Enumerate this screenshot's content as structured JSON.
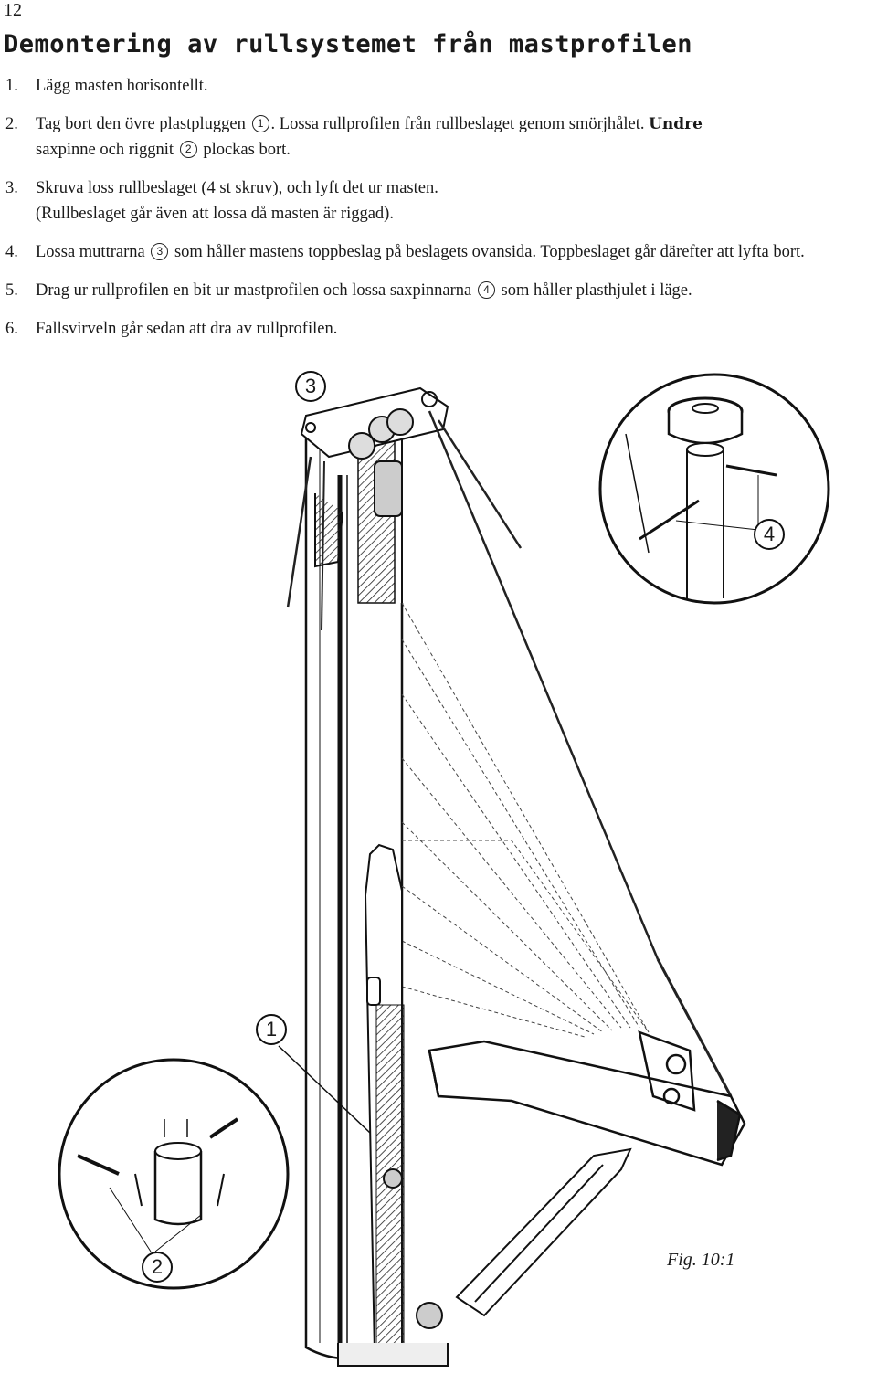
{
  "page_number": "12",
  "title": "Demontering av rullsystemet från mastprofilen",
  "steps": [
    {
      "num": "1.",
      "text": "Lägg masten horisontellt."
    },
    {
      "num": "2.",
      "text_a": "Tag bort den övre plastpluggen",
      "ref_a": "1",
      "text_b": ". Lossa rullprofilen från rullbeslaget genom smörjhålet.",
      "bold_lead": "Undre",
      "text_c": "saxpinne och riggnit",
      "ref_b": "2",
      "text_d": "plockas bort."
    },
    {
      "num": "3.",
      "line1": "Skruva loss rullbeslaget (4 st skruv), och lyft det ur masten.",
      "line2": "(Rullbeslaget går även att lossa då masten är riggad)."
    },
    {
      "num": "4.",
      "text_a": "Lossa muttrarna",
      "ref": "3",
      "text_b": "som håller mastens toppbeslag på beslagets ovansida. Toppbeslaget går därefter att lyfta bort."
    },
    {
      "num": "5.",
      "text_a": "Drag ur rullprofilen en bit ur mastprofilen och lossa saxpinnarna",
      "ref": "4",
      "text_b": "som håller plasthjulet i läge."
    },
    {
      "num": "6.",
      "text": "Fallsvirveln går sedan att dra av rullprofilen."
    }
  ],
  "figure": {
    "callouts": {
      "c1": "1",
      "c2": "2",
      "c3": "3",
      "c4": "4"
    },
    "caption": "Fig. 10:1"
  }
}
